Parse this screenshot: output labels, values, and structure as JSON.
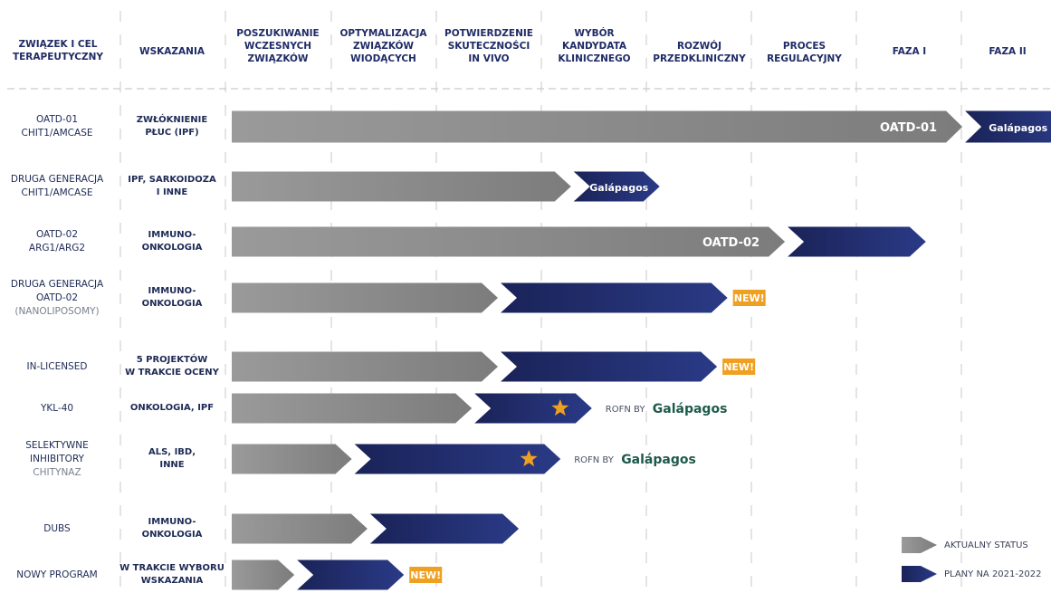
{
  "header": {
    "columns": [
      "ZWIĄZEK I CEL\nTERAPEUTYCZNY",
      "WSKAZANIA",
      "POSZUKIWANIE\nWCZESNYCH\nZWIĄZKÓW",
      "OPTYMALIZACJA\nZWIĄZKÓW\nWIODĄCYCH",
      "POTWIERDZENIE\nSKUTECZNOŚCI\nIN VIVO",
      "WYBÓR\nKANDYDATA\nKLINICZNEGO",
      "ROZWÓJ\nPRZEDKLINICZNY",
      "PROCES\nREGULACYJNY",
      "FAZA I",
      "FAZA II"
    ]
  },
  "chart_data": {
    "type": "bar",
    "stages": [
      "POSZUKIWANIE WCZESNYCH ZWIĄZKÓW",
      "OPTYMALIZACJA ZWIĄZKÓW WIODĄCYCH",
      "POTWIERDZENIE SKUTECZNOŚCI IN VIVO",
      "WYBÓR KANDYDATA KLINICZNEGO",
      "ROZWÓJ PRZEDKLINICZNY",
      "PROCES REGULACYJNY",
      "FAZA I",
      "FAZA II"
    ],
    "series": [
      {
        "name": "AKTUALNY STATUS",
        "color": "#8e8e8e"
      },
      {
        "name": "PLANY NA 2021-2022",
        "color": "#1f2a66"
      }
    ],
    "rows": [
      {
        "compound_main": "OATD-01",
        "compound_sub": "CHIT1/AMCASE",
        "compound_extra": "",
        "indication": "ZWŁÓKNIENIE\nPŁUC (IPF)",
        "current_end": 7.0,
        "plan_end": 8.0,
        "current_label": "OATD-01",
        "plan_label": "Galápagos",
        "new": "",
        "star": false,
        "rofn": ""
      },
      {
        "compound_main": "DRUGA GENERACJA",
        "compound_sub": "CHIT1/AMCASE",
        "compound_extra": "",
        "indication": "IPF, SARKOIDOZA\nI INNE",
        "current_end": 3.25,
        "plan_end": 4.1,
        "current_label": "",
        "plan_label": "Galápagos",
        "new": "",
        "star": false,
        "rofn": ""
      },
      {
        "compound_main": "OATD-02",
        "compound_sub": "ARG1/ARG2",
        "compound_extra": "",
        "indication": "IMMUNO-\nONKOLOGIA",
        "current_end": 5.3,
        "plan_end": 6.65,
        "current_label": "OATD-02",
        "plan_label": "",
        "new": "",
        "star": false,
        "rofn": ""
      },
      {
        "compound_main": "DRUGA GENERACJA",
        "compound_sub": "OATD-02",
        "compound_extra": "(NANOLIPOSOMY)",
        "indication": "IMMUNO-\nONKOLOGIA",
        "current_end": 2.55,
        "plan_end": 4.75,
        "current_label": "",
        "plan_label": "",
        "new": "NEW!",
        "star": false,
        "rofn": ""
      },
      {
        "compound_main": "IN-LICENSED",
        "compound_sub": "",
        "compound_extra": "",
        "indication": "5 PROJEKTÓW\nW TRAKCIE OCENY",
        "current_end": 2.55,
        "plan_end": 4.65,
        "current_label": "",
        "plan_label": "",
        "new": "NEW!",
        "star": false,
        "rofn": ""
      },
      {
        "compound_main": "YKL-40",
        "compound_sub": "",
        "compound_extra": "",
        "indication": "ONKOLOGIA, IPF",
        "current_end": 2.3,
        "plan_end": 3.45,
        "current_label": "",
        "plan_label": "",
        "new": "",
        "star": true,
        "rofn": "ROFN BY"
      },
      {
        "compound_main": "SELEKTYWNE",
        "compound_sub": "INHIBITORY",
        "compound_extra": "CHITYNAZ",
        "indication": "ALS, IBD,\nINNE",
        "current_end": 1.15,
        "plan_end": 3.15,
        "current_label": "",
        "plan_label": "",
        "new": "",
        "star": true,
        "rofn": "ROFN BY"
      },
      {
        "compound_main": "DUBS",
        "compound_sub": "",
        "compound_extra": "",
        "indication": "IMMUNO-\nONKOLOGIA",
        "current_end": 1.3,
        "plan_end": 2.75,
        "current_label": "",
        "plan_label": "",
        "new": "",
        "star": false,
        "rofn": ""
      },
      {
        "compound_main": "NOWY PROGRAM",
        "compound_sub": "",
        "compound_extra": "",
        "indication": "W TRAKCIE WYBORU\nWSKAZANIA",
        "current_end": 0.6,
        "plan_end": 1.65,
        "current_label": "",
        "plan_label": "",
        "new": "NEW!",
        "star": false,
        "rofn": ""
      }
    ],
    "legend_position": "bottom-right",
    "partner_logo": "Galápagos",
    "colors": {
      "current": "#8e8e8e",
      "plan": "#1f2a66",
      "new": "#f0a020",
      "star": "#f0a020",
      "logo": "#1d5a4a",
      "grid": "#c9c9c9"
    }
  },
  "legend": {
    "current_label": "AKTUALNY STATUS",
    "plan_label": "PLANY NA 2021-2022"
  }
}
